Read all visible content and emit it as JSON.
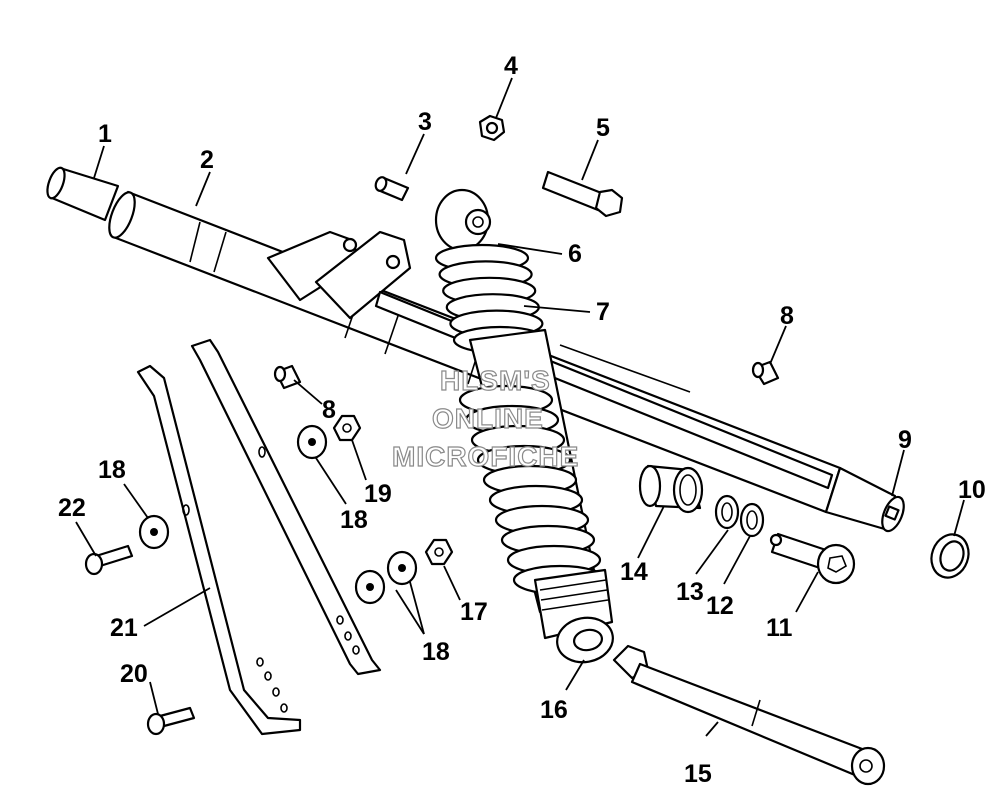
{
  "watermark": {
    "line1": "HLSM'S",
    "line2": "ONLINE",
    "line3": "MICROFICHE"
  },
  "callouts": [
    {
      "id": "c1",
      "text": "1"
    },
    {
      "id": "c2",
      "text": "2"
    },
    {
      "id": "c3",
      "text": "3"
    },
    {
      "id": "c4",
      "text": "4"
    },
    {
      "id": "c5",
      "text": "5"
    },
    {
      "id": "c6",
      "text": "6"
    },
    {
      "id": "c7",
      "text": "7"
    },
    {
      "id": "c8a",
      "text": "8"
    },
    {
      "id": "c8b",
      "text": "8"
    },
    {
      "id": "c9",
      "text": "9"
    },
    {
      "id": "c10",
      "text": "10"
    },
    {
      "id": "c11",
      "text": "11"
    },
    {
      "id": "c12",
      "text": "12"
    },
    {
      "id": "c13",
      "text": "13"
    },
    {
      "id": "c14",
      "text": "14"
    },
    {
      "id": "c15",
      "text": "15"
    },
    {
      "id": "c16",
      "text": "16"
    },
    {
      "id": "c17",
      "text": "17"
    },
    {
      "id": "c18a",
      "text": "18"
    },
    {
      "id": "c18b",
      "text": "18"
    },
    {
      "id": "c18c",
      "text": "18"
    },
    {
      "id": "c19",
      "text": "19"
    },
    {
      "id": "c20",
      "text": "20"
    },
    {
      "id": "c21",
      "text": "21"
    },
    {
      "id": "c22",
      "text": "22"
    }
  ]
}
